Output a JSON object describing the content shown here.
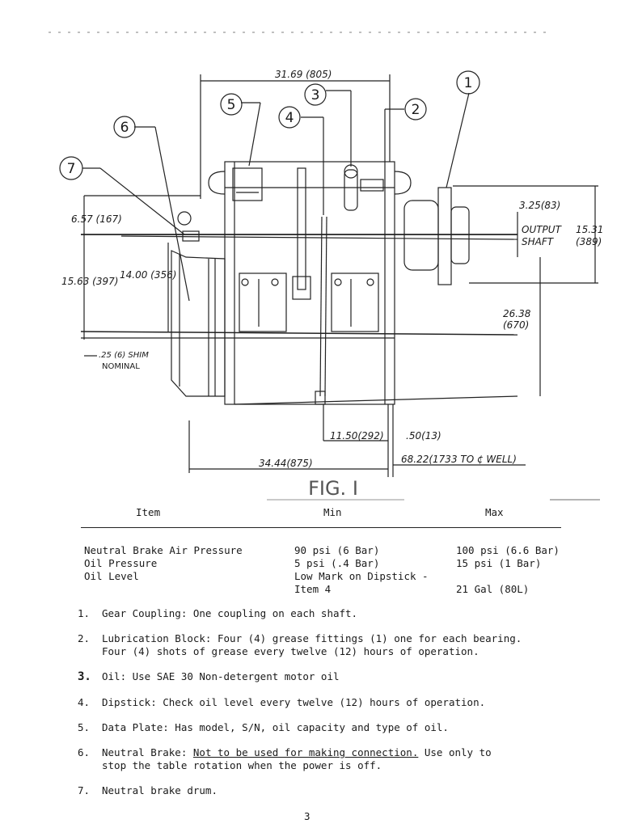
{
  "figure": {
    "caption": "FIG. I",
    "callouts": [
      "1",
      "2",
      "3",
      "4",
      "5",
      "6",
      "7"
    ],
    "dims": {
      "top_width": "31.69 (805)",
      "left_offset": "6.57 (167)",
      "left_height": "15.63 (397)",
      "center_height": "14.00 (356)",
      "shim": ".25 (6) SHIM",
      "shim_nominal": "NOMINAL",
      "coupling": "3.25(83)",
      "output_shaft_1": "OUTPUT",
      "output_shaft_2": "SHAFT",
      "right_height_1": "15.31",
      "right_height_2": "(389)",
      "floor_height_1": "26.38",
      "floor_height_2": "(670)",
      "mid_dim": "11.50(292)",
      "small_dim": ".50(13)",
      "bottom_left": "34.44(875)",
      "bottom_right": "68.22(1733 TO ¢ WELL)"
    }
  },
  "table": {
    "headers": [
      "Item",
      "Min",
      "Max"
    ],
    "rows": [
      [
        "Neutral Brake Air Pressure",
        "90 psi (6 Bar)",
        "100 psi (6.6 Bar)"
      ],
      [
        "Oil Pressure",
        "5 psi (.4 Bar)",
        "15 psi (1 Bar)"
      ],
      [
        "Oil Level",
        "Low Mark on Dipstick -",
        ""
      ],
      [
        "",
        "Item 4",
        "21 Gal (80L)"
      ]
    ]
  },
  "notes": [
    {
      "num": "1.",
      "lines": [
        "Gear Coupling:  One coupling on each shaft."
      ]
    },
    {
      "num": "2.",
      "lines": [
        "Lubrication Block:  Four (4) grease fittings (1) one for each bearing.",
        "Four (4) shots of grease every twelve (12) hours of operation."
      ]
    },
    {
      "num": "3.",
      "lines": [
        "Oil:  Use SAE 30 Non-detergent motor oil"
      ]
    },
    {
      "num": "4.",
      "lines": [
        "Dipstick:  Check oil level every twelve (12) hours of operation."
      ]
    },
    {
      "num": "5.",
      "lines": [
        "Data Plate:  Has model, S/N, oil capacity and type of oil."
      ]
    },
    {
      "num": "6.",
      "lead": "Neutral Brake:  ",
      "underlined": "Not to be used for making connection.",
      "tail": " Use only to",
      "line2": "stop the table rotation when the power is off."
    },
    {
      "num": "7.",
      "lines": [
        "Neutral brake drum."
      ]
    }
  ],
  "page_number": "3"
}
